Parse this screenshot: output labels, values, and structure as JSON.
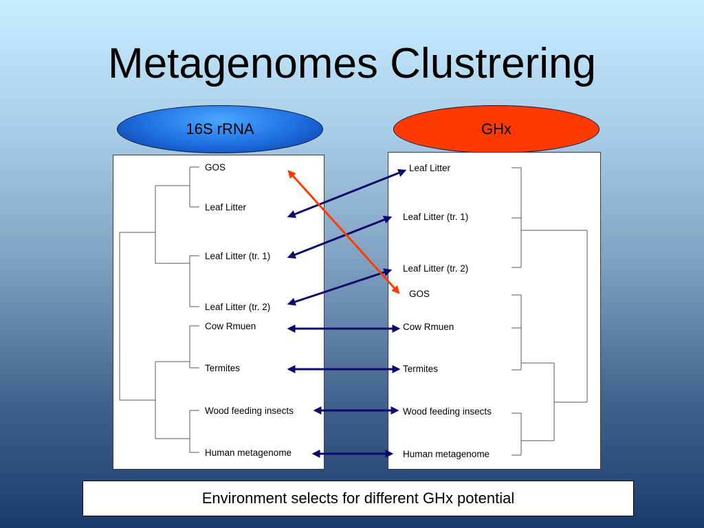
{
  "title": "Metagenomes Clustrering",
  "left_tree": {
    "header": "16S rRNA",
    "header_color": "#1e6ee0",
    "leaves": [
      "GOS",
      "Leaf Litter",
      "Leaf Litter (tr. 1)",
      "Leaf Litter (tr. 2)",
      "Cow Rmuen",
      "Termites",
      "Wood feeding insects",
      "Human metagenome"
    ]
  },
  "right_tree": {
    "header": "GHx",
    "header_color": "#ff3a00",
    "leaves": [
      "Leaf Litter",
      "Leaf Litter (tr. 1)",
      "Leaf Litter (tr. 2)",
      "GOS",
      "Cow Rmuen",
      "Termites",
      "Wood feeding insects",
      "Human metagenome"
    ]
  },
  "colors": {
    "matching_arrow": "#0a0a6e",
    "mismatch_arrow": "#ff3a00"
  },
  "footer": "Environment selects for different GHx potential"
}
